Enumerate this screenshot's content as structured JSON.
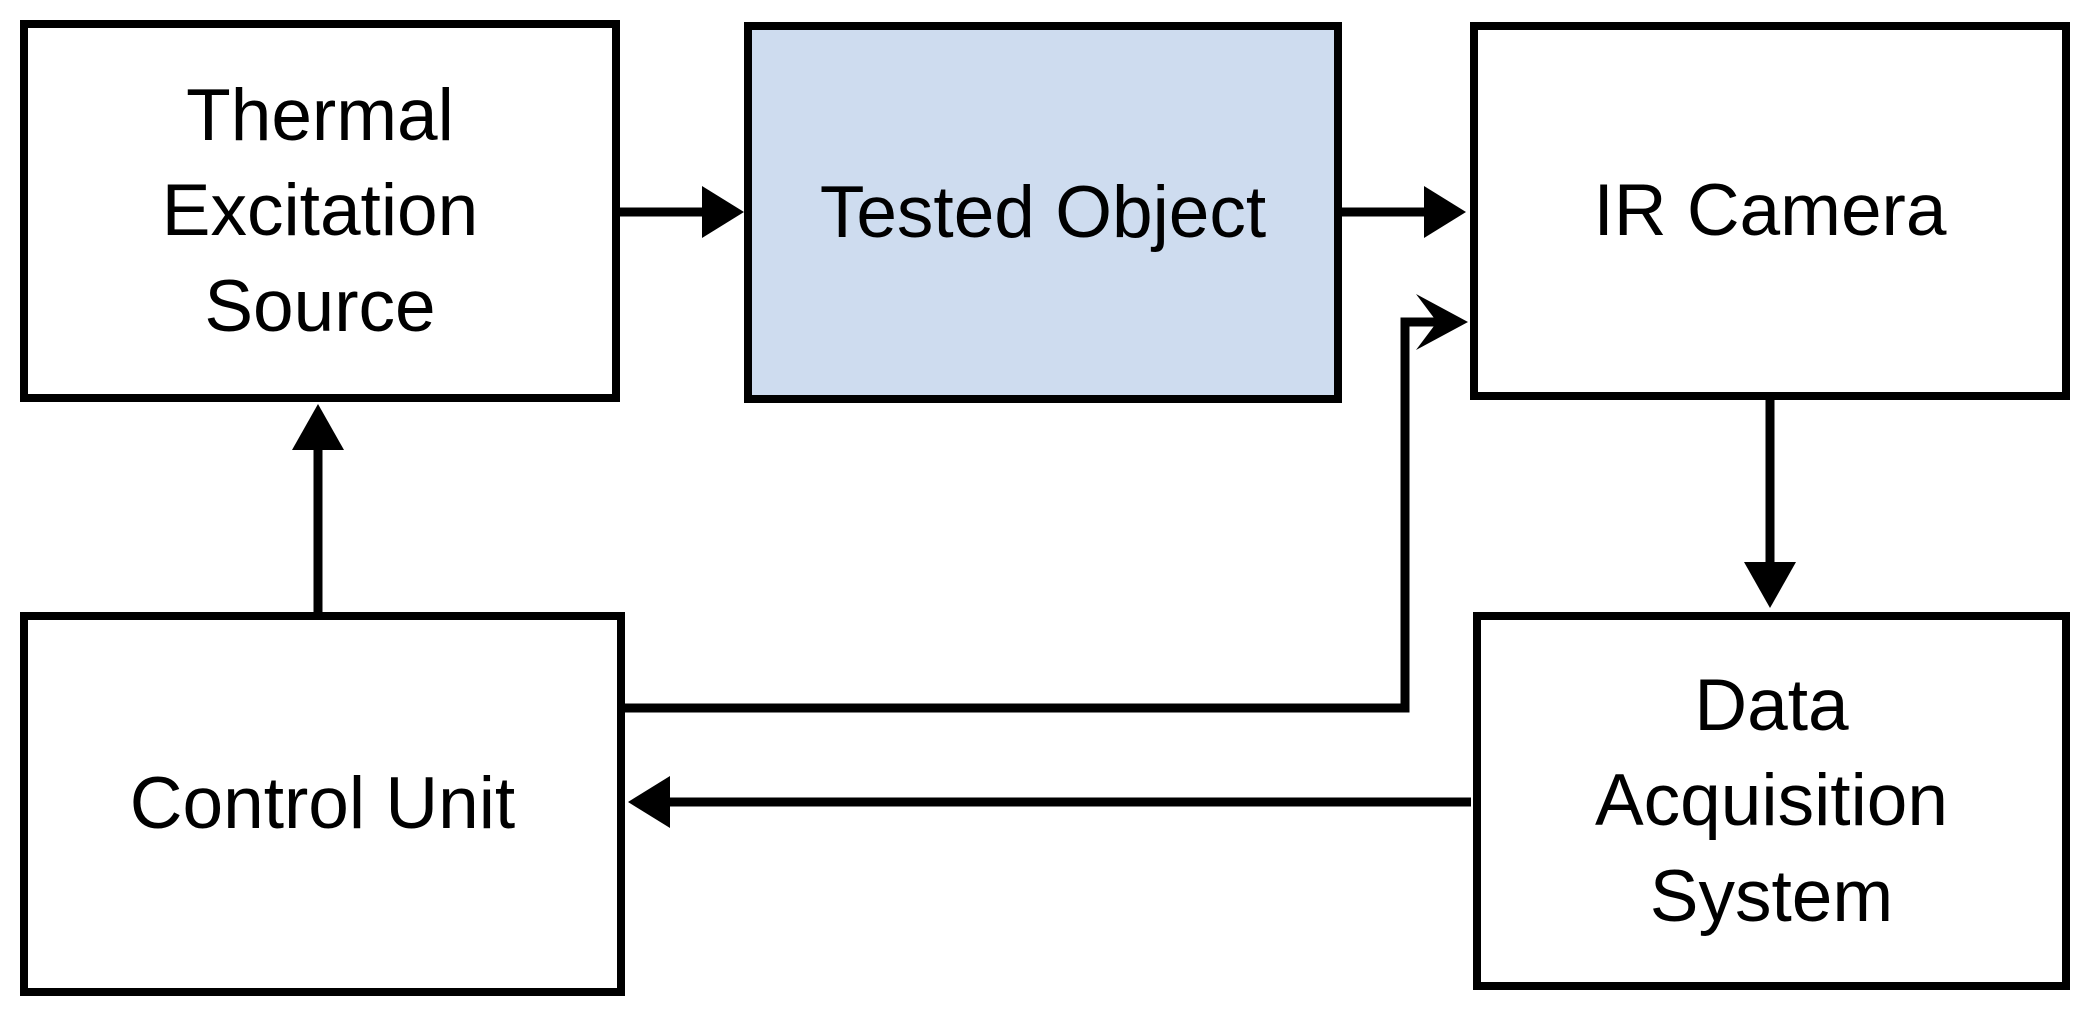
{
  "diagram": {
    "type": "block-diagram",
    "background_color": "#FFFFFF",
    "stroke_color": "#000000",
    "highlight_fill_color": "#CEDCEF"
  },
  "boxes": [
    {
      "id": "thermal-excitation-source",
      "label": "Thermal Excitation Source",
      "fill": "#FFFFFF"
    },
    {
      "id": "tested-object",
      "label": "Tested Object",
      "fill": "#CEDCEF"
    },
    {
      "id": "ir-camera",
      "label": "IR Camera",
      "fill": "#FFFFFF"
    },
    {
      "id": "control-unit",
      "label": "Control Unit",
      "fill": "#FFFFFF"
    },
    {
      "id": "data-acquisition-system",
      "label": "Data Acquisition System",
      "fill": "#FFFFFF"
    }
  ],
  "connections": [
    {
      "from": "thermal-excitation-source",
      "to": "tested-object",
      "style": "solid",
      "arrowhead": "triangle"
    },
    {
      "from": "tested-object",
      "to": "ir-camera",
      "style": "solid",
      "arrowhead": "triangle"
    },
    {
      "from": "ir-camera",
      "to": "data-acquisition-system",
      "style": "solid",
      "arrowhead": "triangle"
    },
    {
      "from": "data-acquisition-system",
      "to": "control-unit",
      "style": "solid",
      "arrowhead": "triangle"
    },
    {
      "from": "control-unit",
      "to": "thermal-excitation-source",
      "style": "solid",
      "arrowhead": "triangle"
    },
    {
      "from": "control-unit",
      "to": "ir-camera",
      "style": "solid-elbow",
      "arrowhead": "stealth"
    }
  ]
}
